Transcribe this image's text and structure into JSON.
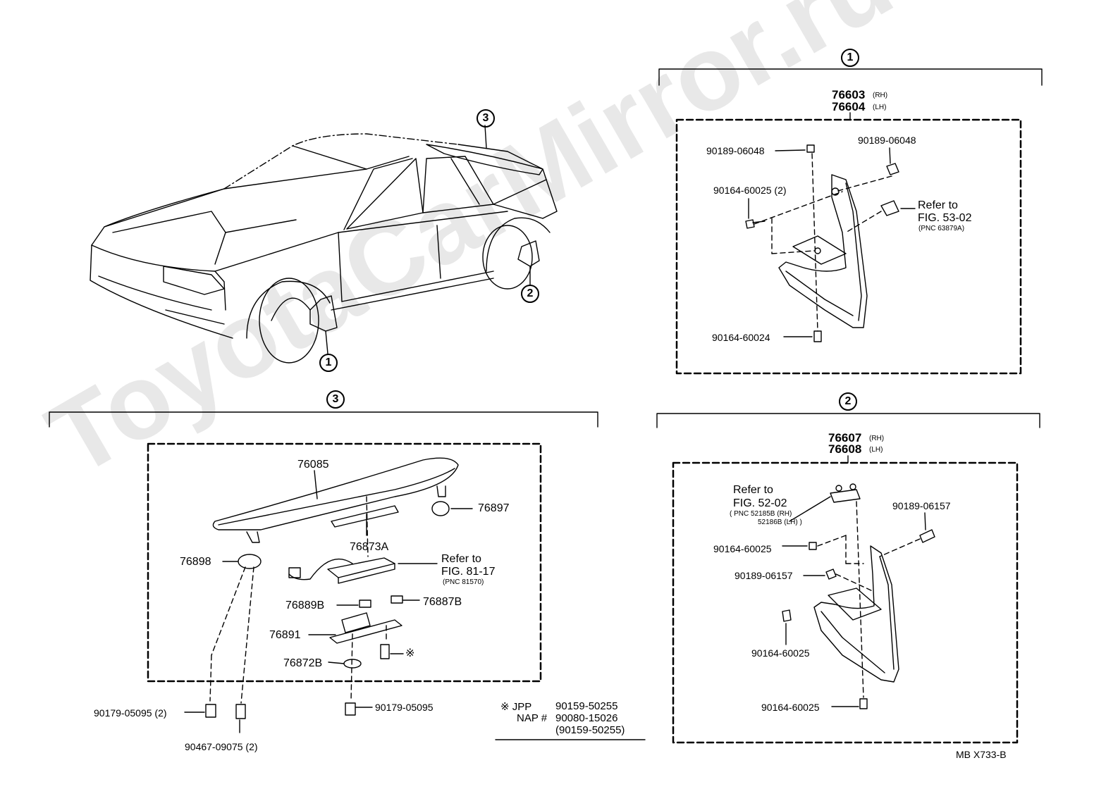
{
  "watermark": "ToyotaCarMirror.ru",
  "callouts": {
    "c1": "1",
    "c2": "2",
    "c3": "3"
  },
  "panel1": {
    "part_rh": "76603",
    "part_rh_side": "(RH)",
    "part_lh": "76604",
    "part_lh_side": "(LH)",
    "bolt_top_left": "90189-06048",
    "bolt_top_right": "90189-06048",
    "screw_left": "90164-60025 (2)",
    "screw_bottom": "90164-60024",
    "ref_line1": "Refer to",
    "ref_line2": "FIG. 53-02",
    "ref_line3": "(PNC 63879A)"
  },
  "panel2": {
    "part_rh": "76607",
    "part_rh_side": "(RH)",
    "part_lh": "76608",
    "part_lh_side": "(LH)",
    "ref_line1": "Refer to",
    "ref_line2": "FIG. 52-02",
    "ref_line3": "( PNC 52185B (RH)",
    "ref_line4": "52186B (LH) )",
    "bolt_right": "90189-06157",
    "screw_left_top": "90164-60025",
    "bolt_left_mid": "90189-06157",
    "screw_left_bottom": "90164-60025",
    "screw_bottom": "90164-60025"
  },
  "panel3": {
    "spoiler": "76085",
    "cap_right": "76897",
    "lamp_lens": "76873A",
    "cap_left": "76898",
    "ref_line1": "Refer to",
    "ref_line2": "FIG. 81-17",
    "ref_line3": "(PNC 81570)",
    "pad_b": "76889B",
    "pad_a": "76887B",
    "bracket": "76891",
    "gasket": "76872B",
    "nut_left": "90179-05095 (2)",
    "nut_right": "90179-05095",
    "clip": "90467-09075 (2)",
    "asterisk": "※"
  },
  "legend": {
    "row1_key": "※ JPP",
    "row1_val": "90159-50255",
    "row2_key": "NAP #",
    "row2_val": "90080-15026",
    "row3_val": "(90159-50255)"
  },
  "figure_code": "MB X733-B"
}
